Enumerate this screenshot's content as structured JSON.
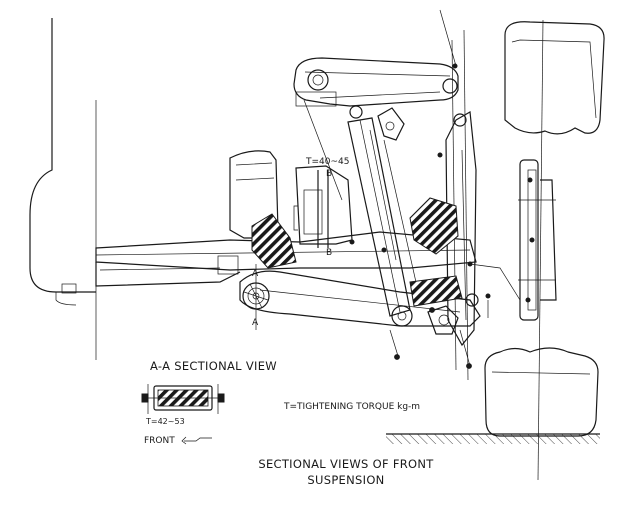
{
  "labels": {
    "torque_upper": "T=40~45",
    "section_b_top": "B",
    "section_b_bottom": "B",
    "section_a_top": "A",
    "section_a_bottom": "A",
    "sectional_view_title": "A-A SECTIONAL VIEW",
    "torque_lower": "T=42~53",
    "torque_legend": "T=TIGHTENING TORQUE kg-m",
    "front_label": "FRONT",
    "caption_line1": "SECTIONAL VIEWS OF FRONT",
    "caption_line2": "SUSPENSION"
  },
  "icons": {
    "front_arrow": "front-arrow-icon"
  },
  "colors": {
    "ink": "#1a1a1a",
    "paper": "#ffffff"
  }
}
